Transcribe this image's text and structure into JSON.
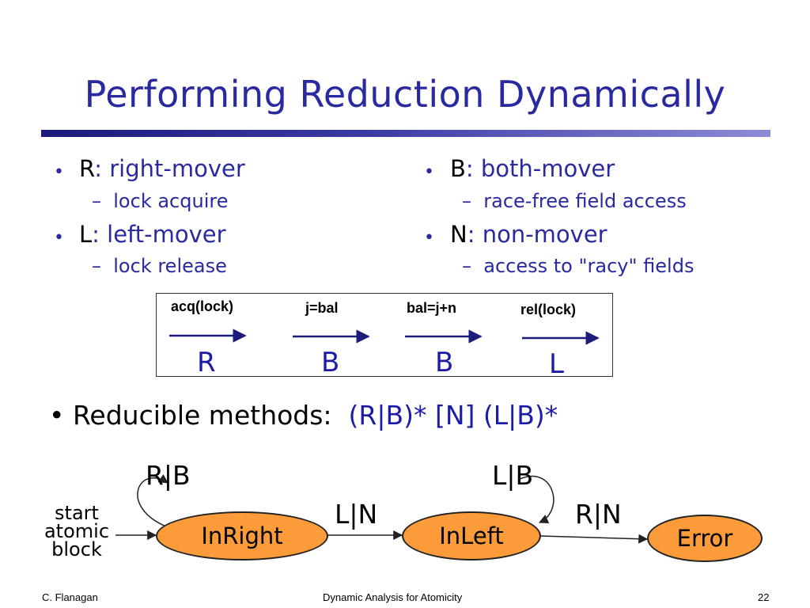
{
  "slide": {
    "title": "Performing Reduction Dynamically",
    "bullets_left": [
      {
        "key": "R",
        "text": ": right-mover",
        "sub": "lock acquire"
      },
      {
        "key": "L",
        "text": ": left-mover",
        "sub": "lock release"
      }
    ],
    "bullets_right": [
      {
        "key": "B",
        "text": ": both-mover",
        "sub": "race-free field access"
      },
      {
        "key": "N",
        "text": ": non-mover",
        "sub": "access to \"racy\" fields"
      }
    ],
    "bullet_glyph": "•",
    "sub_glyph": "–",
    "example": {
      "ops": [
        {
          "op": "acq(lock)",
          "mover": "R"
        },
        {
          "op": "j=bal",
          "mover": "B"
        },
        {
          "op": "bal=j+n",
          "mover": "B"
        },
        {
          "op": "rel(lock)",
          "mover": "L"
        }
      ]
    },
    "reducible": {
      "label": "Reducible methods:",
      "pattern": "(R|B)* [N] (L|B)*"
    },
    "automaton": {
      "start_lines": [
        "start",
        "atomic",
        "block"
      ],
      "states": [
        "InRight",
        "InLeft",
        "Error"
      ],
      "loop_labels": [
        "R|B",
        "L|B"
      ],
      "edge_labels": [
        "L|N",
        "R|N"
      ]
    },
    "footer": {
      "author": "C. Flanagan",
      "title": "Dynamic Analysis for Atomicity",
      "page": "22"
    },
    "colors": {
      "title": "#2a2aa0",
      "state_fill": "#fb9b3a",
      "mover": "#1c1ca8"
    }
  }
}
